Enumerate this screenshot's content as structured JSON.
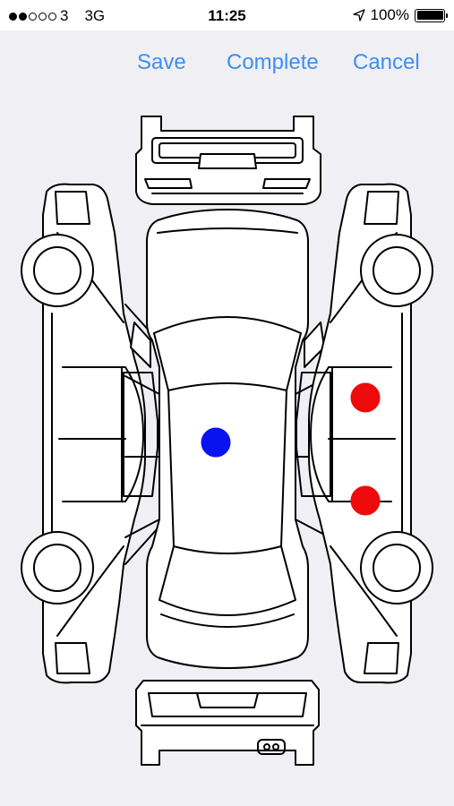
{
  "status_bar": {
    "signal_bars_filled": 2,
    "signal_bars_total": 5,
    "carrier": "3",
    "network": "3G",
    "time": "11:25",
    "battery": "100%",
    "icons": [
      "signal-dots-icon",
      "location-arrow-icon",
      "battery-icon"
    ]
  },
  "toolbar": {
    "save_label": "Save",
    "complete_label": "Complete",
    "cancel_label": "Cancel",
    "accent_color": "#3d8ff0"
  },
  "diagram": {
    "views": [
      "front",
      "left-side",
      "top",
      "right-side",
      "rear"
    ],
    "damage_markers": [
      {
        "view": "top",
        "color": "#0a12f0"
      },
      {
        "view": "right-side",
        "color": "#ee0a0a"
      },
      {
        "view": "right-side",
        "color": "#ee0a0a"
      }
    ]
  }
}
